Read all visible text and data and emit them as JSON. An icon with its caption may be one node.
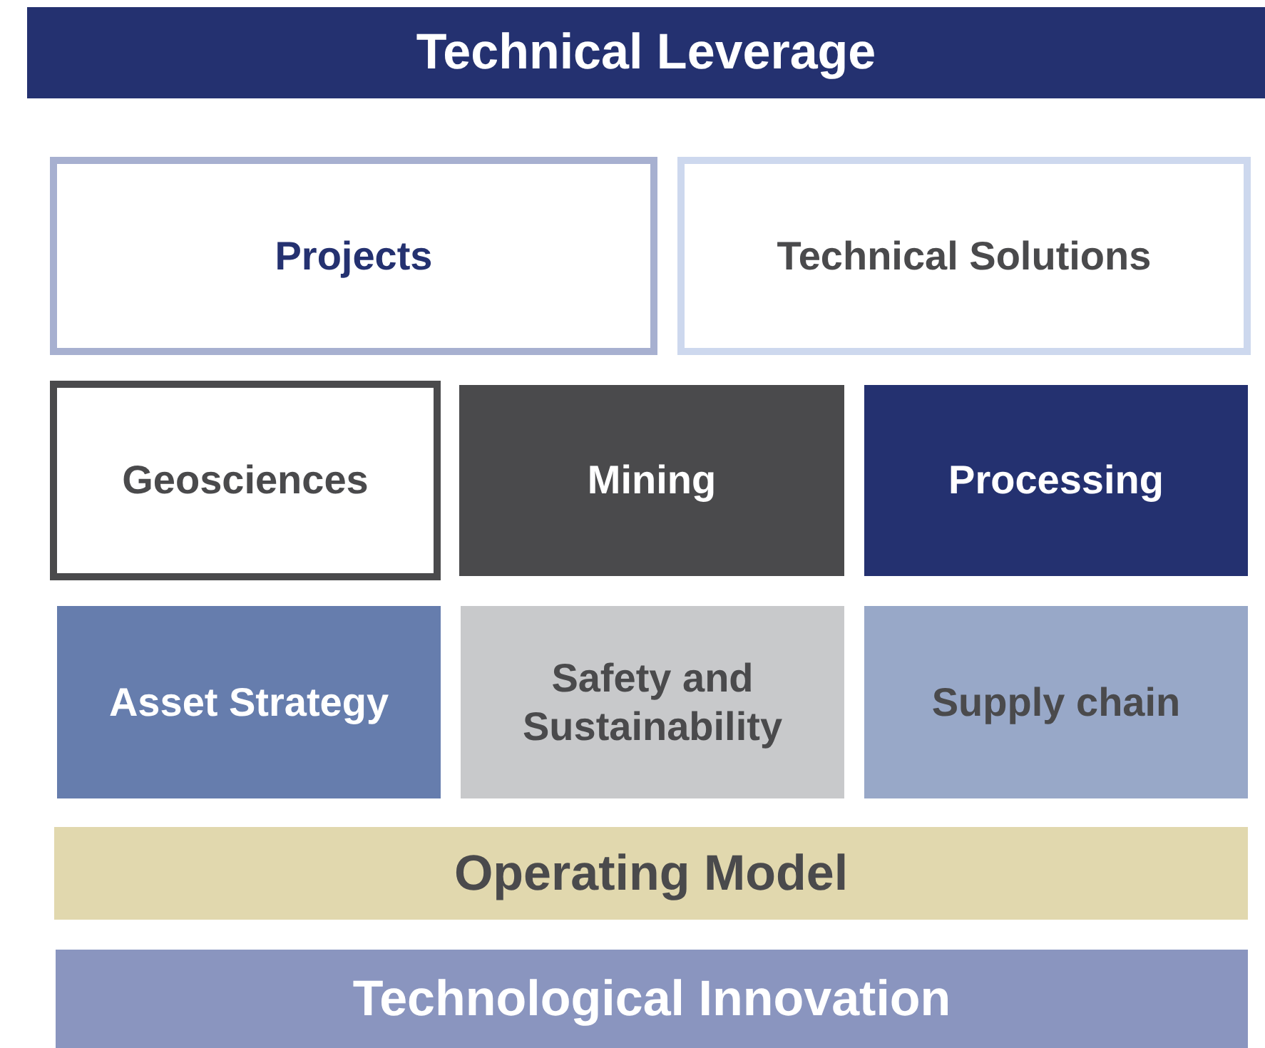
{
  "diagram": {
    "nodes": [
      {
        "text": [
          "Technical Leverage"
        ]
      },
      {
        "text": [
          "Projects"
        ]
      },
      {
        "text": [
          "Technical Solutions"
        ]
      },
      {
        "text": [
          "Geosciences"
        ]
      },
      {
        "text": [
          "Mining"
        ]
      },
      {
        "text": [
          "Processing"
        ]
      },
      {
        "text": [
          "Asset Strategy"
        ]
      },
      {
        "text": [
          "Safety and Sustainability"
        ]
      },
      {
        "text": [
          "Supply chain"
        ]
      },
      {
        "text": [
          "Operating Model"
        ]
      },
      {
        "text": [
          "Technological Innovation"
        ]
      }
    ]
  }
}
